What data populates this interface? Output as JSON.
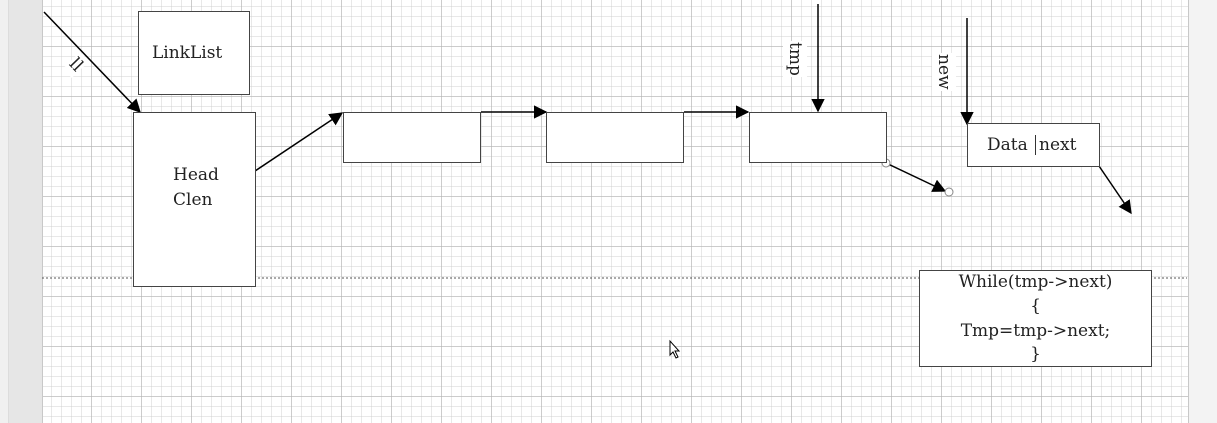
{
  "diagram": {
    "linklist_label": "LinkList",
    "head_box": {
      "line1": "Head",
      "line2": "Clen"
    },
    "pointer_labels": {
      "ll": "ll",
      "tmp": "tmp",
      "new": "new"
    },
    "new_node": {
      "data": "Data",
      "next": "next"
    },
    "code_box": {
      "lines": [
        "While(tmp->next)",
        "{",
        "Tmp=tmp->next;",
        "}"
      ]
    },
    "colors": {
      "stroke": "#000000",
      "box_border": "#444444",
      "grid": "#b4b4b4",
      "separator": "#555555",
      "handle": "#888888"
    },
    "icons": [
      "mouse-cursor-icon"
    ]
  }
}
